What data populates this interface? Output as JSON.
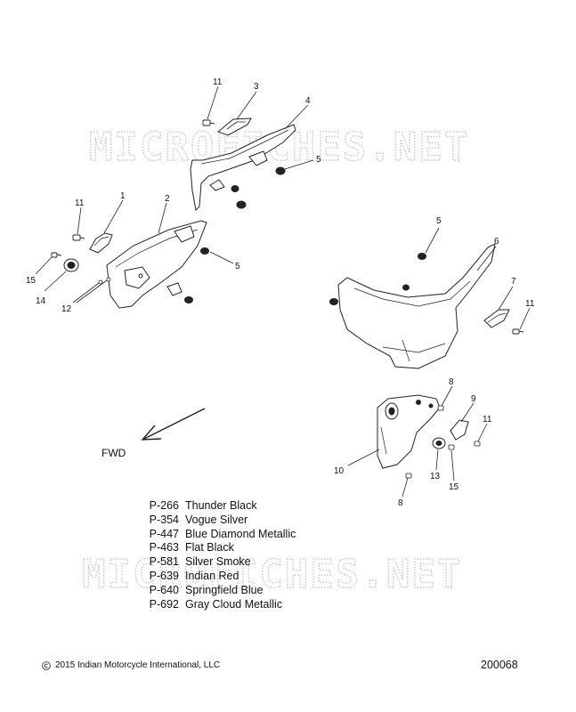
{
  "watermark": {
    "text": "MICROFICHES.NET"
  },
  "direction": {
    "label": "FWD",
    "icon": "forward-arrow-icon"
  },
  "callouts": [
    {
      "id": "c11a",
      "text": "11"
    },
    {
      "id": "c3",
      "text": "3"
    },
    {
      "id": "c4",
      "text": "4"
    },
    {
      "id": "c5a",
      "text": "5"
    },
    {
      "id": "c11b",
      "text": "11"
    },
    {
      "id": "c1",
      "text": "1"
    },
    {
      "id": "c2",
      "text": "2"
    },
    {
      "id": "c5b",
      "text": "5"
    },
    {
      "id": "c15a",
      "text": "15"
    },
    {
      "id": "c14",
      "text": "14"
    },
    {
      "id": "c12",
      "text": "12"
    },
    {
      "id": "c5c",
      "text": "5"
    },
    {
      "id": "c6",
      "text": "6"
    },
    {
      "id": "c7",
      "text": "7"
    },
    {
      "id": "c11c",
      "text": "11"
    },
    {
      "id": "c8a",
      "text": "8"
    },
    {
      "id": "c9",
      "text": "9"
    },
    {
      "id": "c11d",
      "text": "11"
    },
    {
      "id": "c10",
      "text": "10"
    },
    {
      "id": "c13",
      "text": "13"
    },
    {
      "id": "c15b",
      "text": "15"
    },
    {
      "id": "c8b",
      "text": "8"
    }
  ],
  "color_legend": [
    {
      "code": "P-266",
      "name": "Thunder Black"
    },
    {
      "code": "P-354",
      "name": "Vogue Silver"
    },
    {
      "code": "P-447",
      "name": "Blue Diamond Metallic"
    },
    {
      "code": "P-463",
      "name": "Flat Black"
    },
    {
      "code": "P-581",
      "name": "Silver Smoke"
    },
    {
      "code": "P-639",
      "name": "Indian Red"
    },
    {
      "code": "P-640",
      "name": "Springfield Blue"
    },
    {
      "code": "P-692",
      "name": "Gray Cloud Metallic"
    }
  ],
  "footer": {
    "copyright": "2015 Indian Motorcycle International, LLC",
    "copyright_icon": "copyright-icon",
    "diagram_number": "200068"
  }
}
